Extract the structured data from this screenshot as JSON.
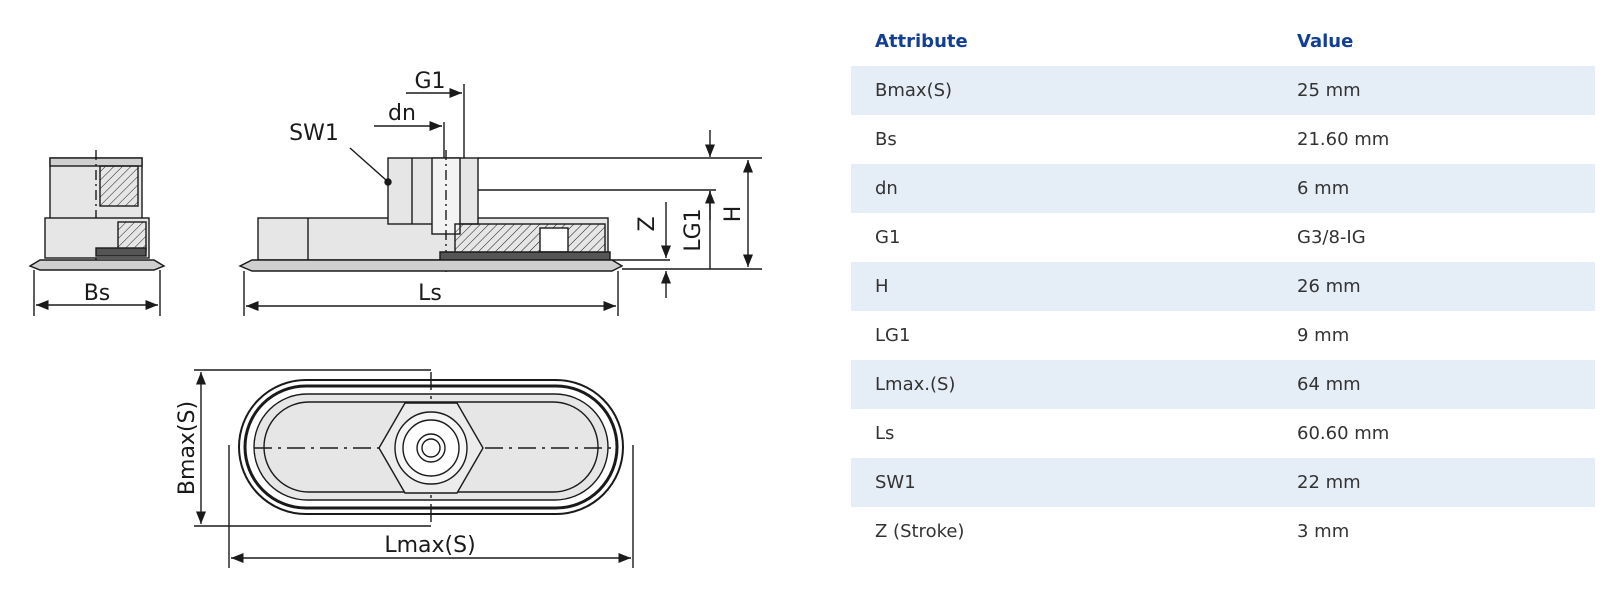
{
  "drawing": {
    "labels": {
      "g1": "G1",
      "dn": "dn",
      "sw1": "SW1",
      "z": "Z",
      "lg1": "LG1",
      "h": "H",
      "bs": "Bs",
      "ls": "Ls",
      "bmax": "Bmax(S)",
      "lmax": "Lmax(S)"
    }
  },
  "table": {
    "headers": {
      "attribute": "Attribute",
      "value": "Value"
    },
    "rows": [
      {
        "attribute": "Bmax(S)",
        "value": "25 mm"
      },
      {
        "attribute": "Bs",
        "value": "21.60 mm"
      },
      {
        "attribute": "dn",
        "value": "6 mm"
      },
      {
        "attribute": "G1",
        "value": "G3/8-IG"
      },
      {
        "attribute": "H",
        "value": "26 mm"
      },
      {
        "attribute": "LG1",
        "value": "9 mm"
      },
      {
        "attribute": "Lmax.(S)",
        "value": "64 mm"
      },
      {
        "attribute": "Ls",
        "value": "60.60 mm"
      },
      {
        "attribute": "SW1",
        "value": "22 mm"
      },
      {
        "attribute": "Z (Stroke)",
        "value": "3 mm"
      }
    ]
  },
  "colors": {
    "header_text": "#123f92",
    "row_stripe": "#e5edf6"
  }
}
